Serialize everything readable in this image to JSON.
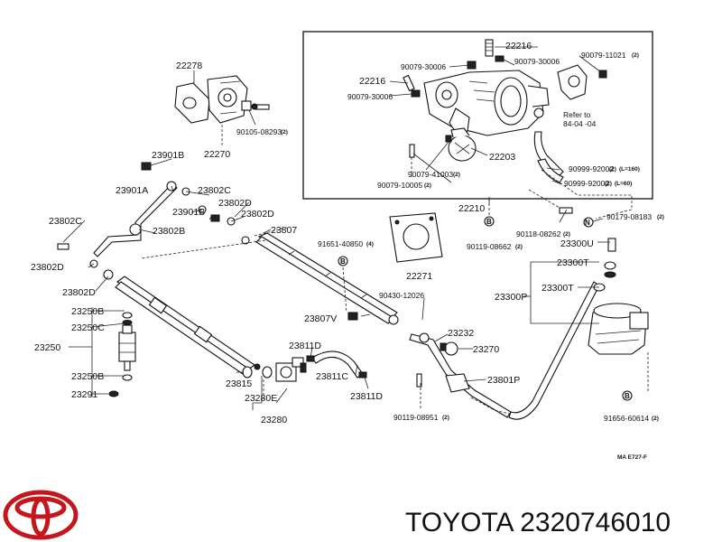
{
  "labels": {
    "p22278": "22278",
    "p22270": "22270",
    "p90105": "90105-08293",
    "n90105": "(2)",
    "p22216a": "22216",
    "p90079a": "90079-30006",
    "p90079b": "90079-30006",
    "p22216b": "22216",
    "p90079c": "90079-30006",
    "p90079_11021": "90079-11021",
    "n90079_11021": "(2)",
    "refer1": "Refer to",
    "refer2": "84-04   -04",
    "p22203": "22203",
    "p90079_41003": "90079-41003",
    "n90079_41003": "(2)",
    "p90079_10005": "90079-10005",
    "n90079_10005": "(2)",
    "p90999a": "90999-92002",
    "n90999a": "(2)",
    "l90999a": "(L=160)",
    "p90999b": "90999-92002",
    "n90999b": "(2)",
    "l90999b": "(L=60)",
    "p23901B": "23901B",
    "p23901A": "23901A",
    "p23802C_top": "23802C",
    "p23901B_b": "23901B",
    "p23802D_a": "23802D",
    "p23802D_b": "23802D",
    "p23802B": "23802B",
    "p23802C_left": "23802C",
    "p23802D_left": "23802D",
    "p23802D_low": "23802D",
    "p23807": "23807",
    "p91651": "91651-40850",
    "n91651": "(4)",
    "p22271": "22271",
    "p22210": "22210",
    "p90118": "90118-08262",
    "n90118": "(2)",
    "p90119a": "90119-08662",
    "n90119a": "(2)",
    "p90179": "90179-08183",
    "n90179": "(2)",
    "p23300U": "23300U",
    "p23300T_a": "23300T",
    "p23300T_b": "23300T",
    "p23300P": "23300P",
    "p90430": "90430-12026",
    "p23807V": "23807V",
    "p23250B_a": "23250B",
    "p23250C": "23250C",
    "p23250": "23250",
    "p23250B_b": "23250B",
    "p23291": "23291",
    "p23815": "23815",
    "p23811D_a": "23811D",
    "p23811C": "23811C",
    "p23811D_b": "23811D",
    "p23280E": "23280E",
    "p23280": "23280",
    "p23232": "23232",
    "p23270": "23270",
    "p23801P": "23801P",
    "p90119b": "90119-08951",
    "n90119b": "(2)",
    "p91656": "91656-60614",
    "n91656": "(2)",
    "callout_b": "B",
    "callout_n": "N",
    "ref_code": "MA   E727-F"
  },
  "brand": {
    "title": "TOYOTA 2320746010"
  },
  "colors": {
    "logo": "#c4161c",
    "ink": "#111111"
  }
}
